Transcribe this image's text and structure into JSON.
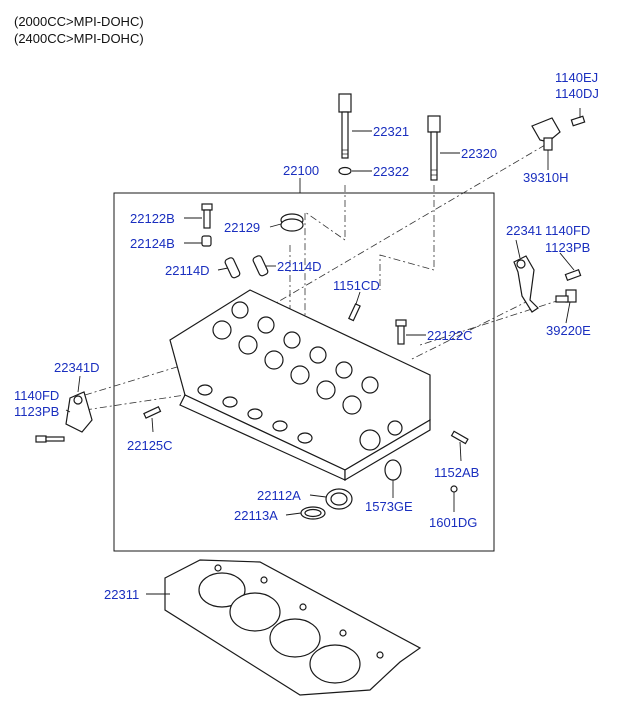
{
  "header": {
    "engine_1": "(2000CC>MPI-DOHC)",
    "engine_2": "(2400CC>MPI-DOHC)"
  },
  "callouts": {
    "p22321": "22321",
    "p22322": "22322",
    "p22320": "22320",
    "p22100": "22100",
    "p1140EJ": "1140EJ",
    "p1140DJ": "1140DJ",
    "p39310H": "39310H",
    "p22122B": "22122B",
    "p22124B": "22124B",
    "p22129": "22129",
    "p22114D_left": "22114D",
    "p22114D_right": "22114D",
    "p1151CD": "1151CD",
    "p22341_right": "22341",
    "p1140FD_right": "1140FD",
    "p1123PB_right": "1123PB",
    "p39220E": "39220E",
    "p22122C": "22122C",
    "p22341D": "22341D",
    "p1140FD_left": "1140FD",
    "p1123PB_left": "1123PB",
    "p22125C": "22125C",
    "p1152AB": "1152AB",
    "p22112A": "22112A",
    "p1573GE": "1573GE",
    "p22113A": "22113A",
    "p1601DG": "1601DG",
    "p22311": "22311"
  },
  "colors": {
    "callout_text": "#1a2fbf",
    "line_art": "#1a1a1a"
  }
}
